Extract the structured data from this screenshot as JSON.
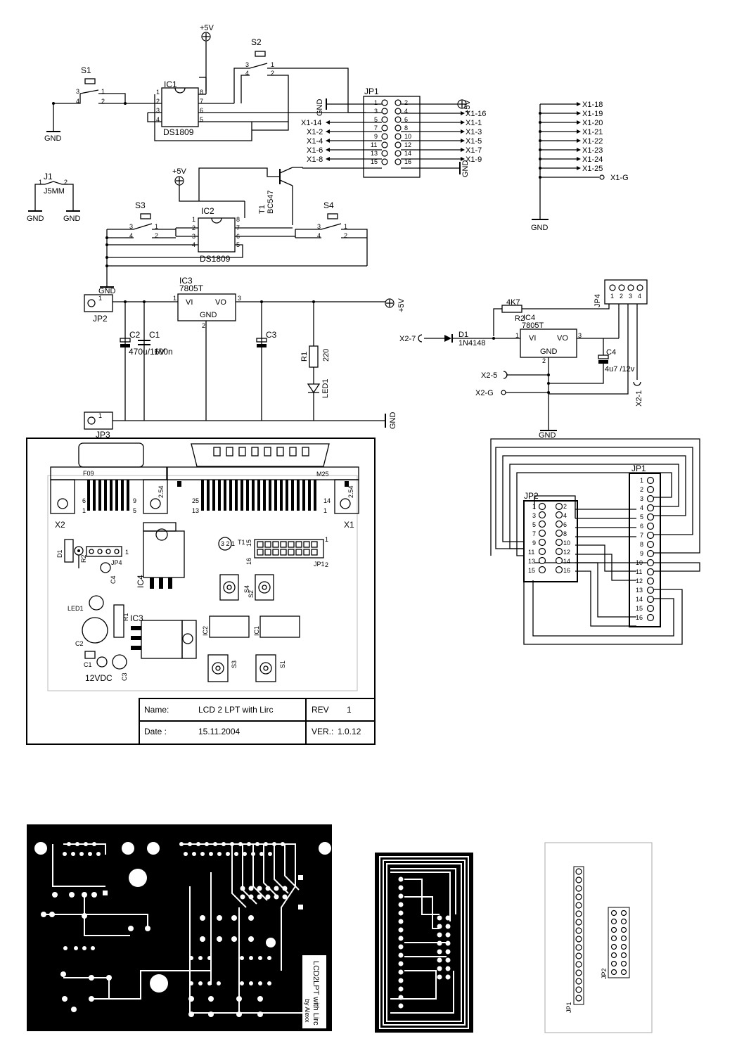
{
  "schematic": {
    "main": {
      "labels": {
        "s1": "S1",
        "s2": "S2",
        "s3": "S3",
        "s4": "S4",
        "ic1": "IC1",
        "ic1_part": "DS1809",
        "ic2": "IC2",
        "ic2_part": "DS1809",
        "ic3": "IC3",
        "ic3_part": "7805T",
        "ic3_vi": "VI",
        "ic3_vo": "VO",
        "ic3_gnd": "GND",
        "t1": "T1",
        "t1_part": "BC547",
        "jp1": "JP1",
        "j1": "J1",
        "j1_part": "J5MM",
        "jp2": "JP2",
        "jp3": "JP3",
        "c1": "C1",
        "c1_val": "100n",
        "c2": "C2",
        "c2_val": "470u/16V",
        "c3": "C3",
        "r1": "R1",
        "r1_val": "220",
        "led1": "LED1",
        "vcc": "+5V",
        "gnd": "GND"
      },
      "jp1_left": [
        "X1-14",
        "X1-2",
        "X1-4",
        "X1-6",
        "X1-8"
      ],
      "jp1_right": [
        "X1-16",
        "X1-1",
        "X1-3",
        "X1-5",
        "X1-7",
        "X1-9"
      ],
      "jp1_pins_left": [
        "1",
        "3",
        "5",
        "7",
        "9",
        "11",
        "13",
        "15"
      ],
      "jp1_pins_right": [
        "2",
        "4",
        "6",
        "8",
        "10",
        "12",
        "14",
        "16"
      ],
      "x1_bus": [
        "X1-18",
        "X1-19",
        "X1-20",
        "X1-21",
        "X1-22",
        "X1-23",
        "X1-24",
        "X1-25"
      ],
      "x1_g": "X1-G"
    },
    "ir": {
      "jp4": "JP4",
      "r2": "R2",
      "r2_val": "4K7",
      "ic4": "IC4",
      "ic4_part": "7805T",
      "vi": "VI",
      "vo": "VO",
      "gnd": "GND",
      "d1": "D1",
      "d1_part": "1N4148",
      "c4": "C4",
      "c4_val": "4u7 /12v",
      "x2_7": "X2-7",
      "x2_5": "X2-5",
      "x2_g": "X2-G",
      "x2_1": "X2-1",
      "gnd_label": "GND"
    },
    "adapter": {
      "jp1": "JP1",
      "jp2": "JP2",
      "jp1_pins": [
        "1",
        "2",
        "3",
        "4",
        "5",
        "6",
        "7",
        "8",
        "9",
        "10",
        "11",
        "12",
        "13",
        "14",
        "15",
        "16"
      ],
      "jp2_left": [
        "1",
        "3",
        "5",
        "7",
        "9",
        "11",
        "13",
        "15"
      ],
      "jp2_right": [
        "2",
        "4",
        "6",
        "8",
        "10",
        "12",
        "14",
        "16"
      ]
    }
  },
  "board": {
    "connector_left": "F09",
    "connector_right": "M25",
    "x1": "X1",
    "x2": "X2",
    "pitch": "2.54",
    "pin_nums": {
      "six": "6",
      "one": "1",
      "nine": "9",
      "five": "5",
      "twentyfive": "25",
      "thirteen": "13",
      "fourteen": "14"
    },
    "parts": {
      "d1": "D1",
      "r2": "R2",
      "jp4": "JP4",
      "c4": "C4",
      "ic4": "IC4",
      "led1": "LED1",
      "r1": "R1",
      "ic3": "IC3",
      "c2": "C2",
      "c1": "C1",
      "c3": "C3",
      "ic2": "IC2",
      "ic1": "IC1",
      "jp1": "JP1",
      "s1": "S1",
      "s2": "S2",
      "s3": "S3",
      "s4": "S4",
      "t1": "T1",
      "supply": "12VDC",
      "jp1_16": "16",
      "jp1_15": "15",
      "jp1_2": "2",
      "jp1_1": "1"
    },
    "title_block": {
      "name_label": "Name:",
      "name_value": "LCD 2 LPT with Lirc",
      "rev_label": "REV",
      "rev_value": "1",
      "date_label": "Date :",
      "date_value": "15.11.2004",
      "ver_label": "VER.:",
      "ver_value": "1.0.12"
    }
  },
  "pcb": {
    "mirror_text_1": "LCD2LPT with Lirc",
    "mirror_text_2": "by Alexx",
    "adapter_jp1": "JP1",
    "adapter_jp2": "JP2"
  }
}
